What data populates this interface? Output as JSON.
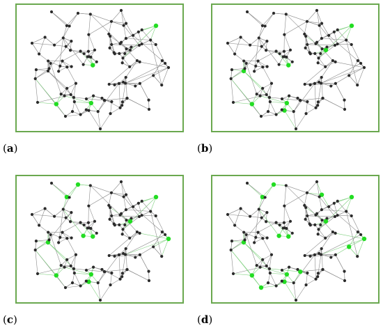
{
  "colors": {
    "frame": "#6aa84f",
    "node": "#2b2b2b",
    "highlight": "#22dd22",
    "edge": "#8a8a8a",
    "highlight_edge": "#7fd07f"
  },
  "panels": [
    {
      "label": "a",
      "cap_open": "(",
      "cap_close": ")",
      "green": [
        9,
        14,
        30,
        47
      ]
    },
    {
      "label": "b",
      "cap_open": "(",
      "cap_close": ")",
      "green": [
        2,
        9,
        14,
        22,
        30,
        38,
        47
      ]
    },
    {
      "label": "c",
      "cap_open": "(",
      "cap_close": ")",
      "green": [
        1,
        2,
        3,
        9,
        14,
        22,
        27,
        30,
        38,
        40,
        47
      ]
    },
    {
      "label": "d",
      "cap_open": "(",
      "cap_close": ")",
      "green": [
        1,
        2,
        3,
        9,
        11,
        14,
        22,
        27,
        30,
        33,
        38,
        40,
        44,
        47,
        51
      ]
    }
  ]
}
